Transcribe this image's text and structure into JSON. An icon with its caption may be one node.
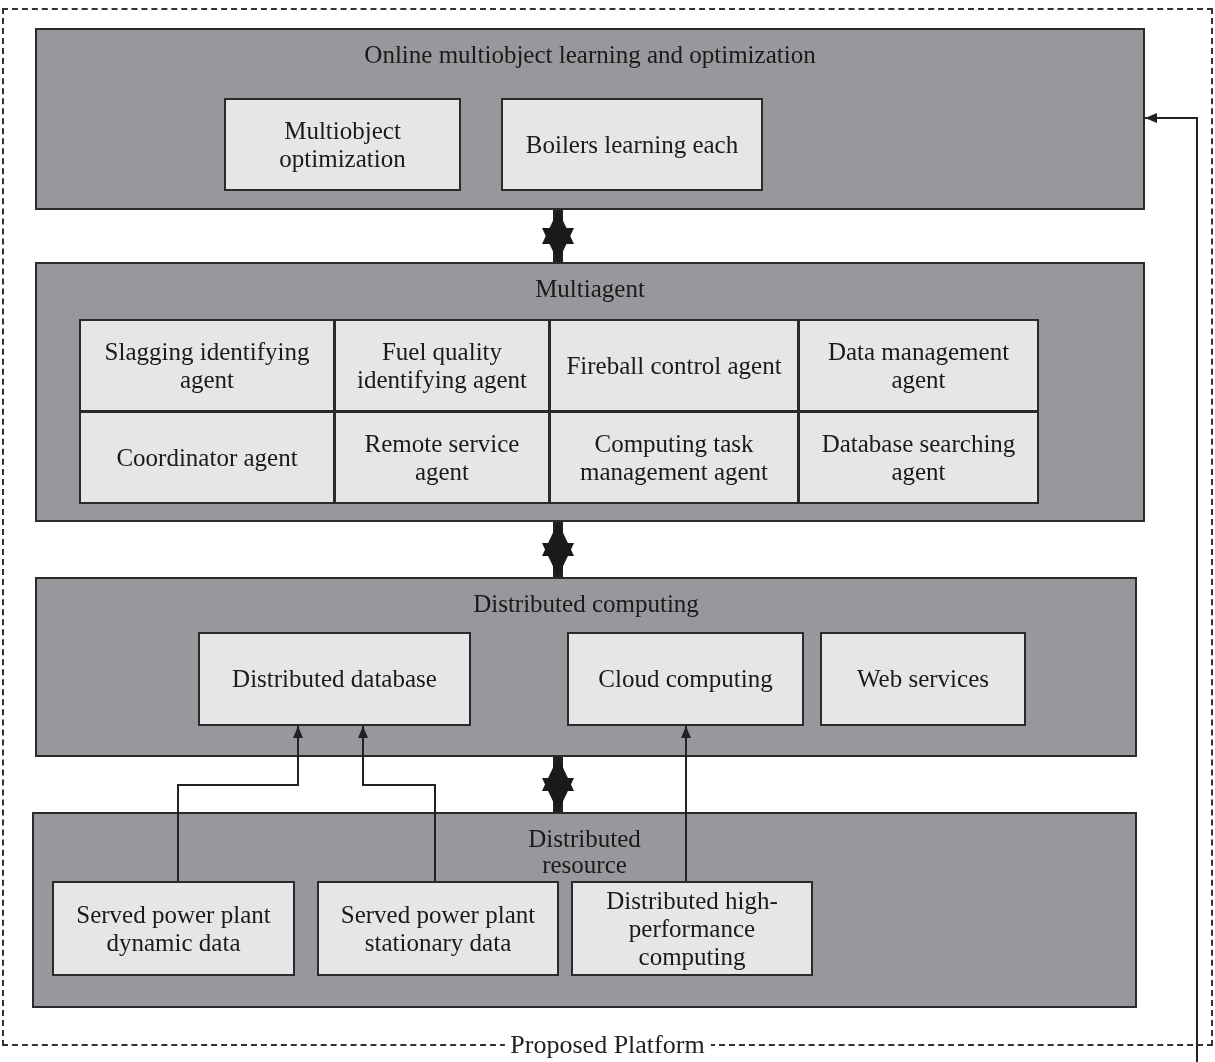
{
  "diagram": {
    "nodes": [
      {
        "text": [
          "Proposed Platform"
        ]
      },
      {
        "text": [
          "Online multiobject learning and optimization"
        ],
        "in": 0
      },
      {
        "text": [
          "Multiobject optimization"
        ],
        "in": 1
      },
      {
        "text": [
          "Boilers learning each"
        ],
        "in": 1
      },
      {
        "text": [
          "Multiagent"
        ],
        "in": 0
      },
      {
        "text": [
          "Slagging identifying agent"
        ],
        "in": 4
      },
      {
        "text": [
          "Fuel quality identifying agent"
        ],
        "in": 4
      },
      {
        "text": [
          "Fireball control agent"
        ],
        "in": 4
      },
      {
        "text": [
          "Data management agent"
        ],
        "in": 4
      },
      {
        "text": [
          "Coordinator agent"
        ],
        "in": 4
      },
      {
        "text": [
          "Remote service agent"
        ],
        "in": 4
      },
      {
        "text": [
          "Computing task management agent"
        ],
        "in": 4
      },
      {
        "text": [
          "Database searching agent"
        ],
        "in": 4
      },
      {
        "text": [
          "Distributed computing"
        ],
        "in": 0
      },
      {
        "text": [
          "Distributed database"
        ],
        "in": 13
      },
      {
        "text": [
          "Cloud computing"
        ],
        "in": 13
      },
      {
        "text": [
          "Web services"
        ],
        "in": 13
      },
      {
        "text": [
          "Distributed resource"
        ],
        "in": 0
      },
      {
        "text": [
          "Served power plant dynamic data"
        ],
        "in": 17
      },
      {
        "text": [
          "Served power plant stationary data"
        ],
        "in": 17
      },
      {
        "text": [
          "Distributed high-performance computing"
        ],
        "in": 17
      }
    ],
    "edges": [
      {
        "from": 1,
        "to": 4,
        "arrow": "both",
        "style": "thick"
      },
      {
        "from": 4,
        "to": 13,
        "arrow": "both",
        "style": "thick"
      },
      {
        "from": 13,
        "to": 17,
        "arrow": "both",
        "style": "thick"
      },
      {
        "from": 18,
        "to": 14,
        "arrow": "to"
      },
      {
        "from": 19,
        "to": 14,
        "arrow": "to"
      },
      {
        "from": 20,
        "to": 15,
        "arrow": "to"
      },
      {
        "from": null,
        "to": 1,
        "arrow": "to"
      }
    ]
  }
}
